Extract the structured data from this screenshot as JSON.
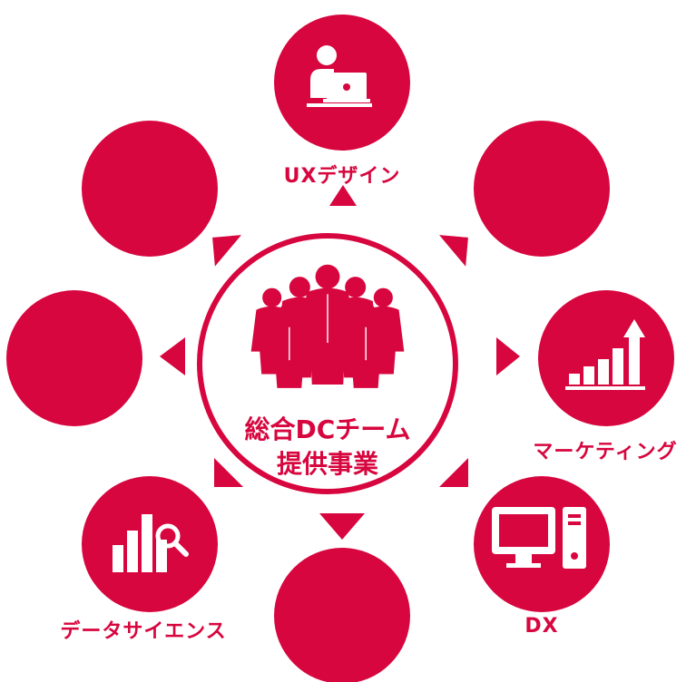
{
  "colors": {
    "accent": "#D7063E",
    "background": "#ffffff"
  },
  "center": {
    "title_line1": "総合DCチーム",
    "title_line2": "提供事業",
    "icon": "business-team-icon"
  },
  "nodes": [
    {
      "id": "ux",
      "label": "UXデザイン",
      "icon": "designer-laptop-icon"
    },
    {
      "id": "marketing",
      "label": "マーケティング",
      "icon": "growth-bar-chart-icon"
    },
    {
      "id": "dx",
      "label": "DX",
      "icon": "desktop-computer-icon"
    },
    {
      "id": "data-science",
      "label": "データサイエンス",
      "icon": "data-analysis-icon"
    },
    {
      "id": "blank-top-left",
      "label": "",
      "icon": ""
    },
    {
      "id": "blank-top-right",
      "label": "",
      "icon": ""
    },
    {
      "id": "blank-left",
      "label": "",
      "icon": ""
    },
    {
      "id": "blank-bottom",
      "label": "",
      "icon": ""
    }
  ]
}
